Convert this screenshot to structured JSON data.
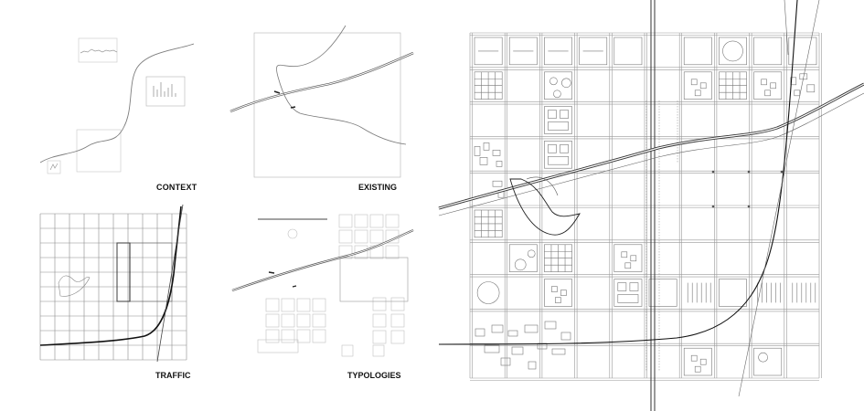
{
  "panels": {
    "context": {
      "label": "CONTEXT"
    },
    "existing": {
      "label": "EXISTING"
    },
    "traffic": {
      "label": "TRAFFIC"
    },
    "typologies": {
      "label": "TYPOLOGIES"
    }
  },
  "colors": {
    "line": "#8a8a8a",
    "dark": "#111111",
    "light": "#c4c4c4"
  }
}
